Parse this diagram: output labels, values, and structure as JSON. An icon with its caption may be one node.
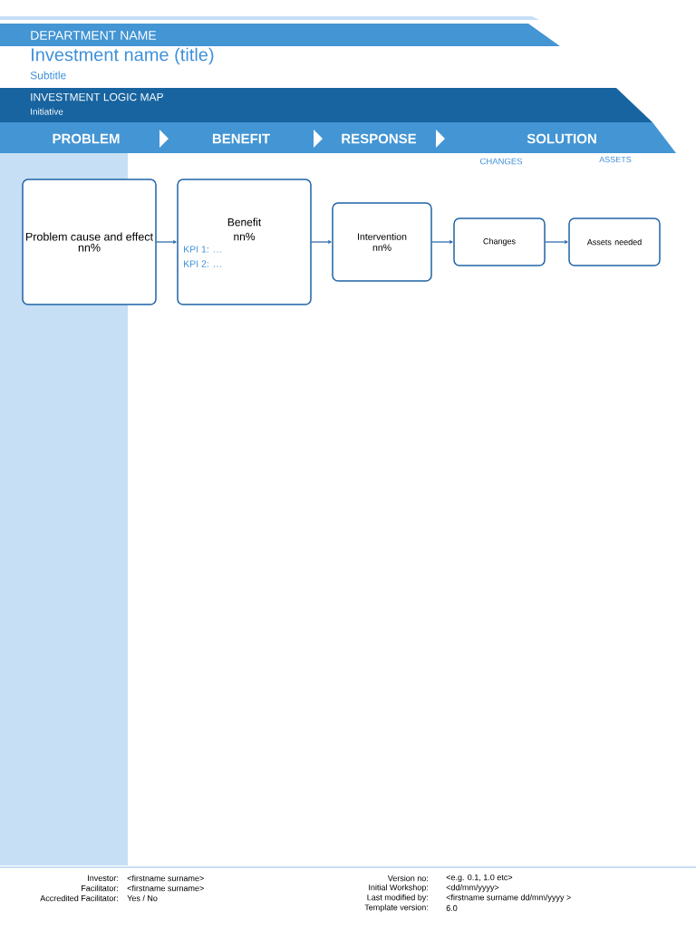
{
  "diagram": {
    "title": "Investment name (title)",
    "nodes": [
      {
        "text": [
          "Problem cause and effect",
          "nn%"
        ]
      },
      {
        "text": [
          "Benefit",
          "nn%",
          "KPI 1: …",
          "KPI 2: …"
        ]
      },
      {
        "text": [
          "Intervention",
          "nn%"
        ]
      },
      {
        "text": [
          "Changes"
        ]
      },
      {
        "text": [
          "Assets needed"
        ]
      }
    ],
    "edges": [
      {
        "from": 0,
        "to": 1,
        "arrow": "to"
      },
      {
        "from": 1,
        "to": 2,
        "arrow": "to"
      },
      {
        "from": 2,
        "to": 3,
        "arrow": "to"
      },
      {
        "from": 3,
        "to": 4,
        "arrow": "to"
      }
    ],
    "labels": [
      "DEPARTMENT NAME",
      "Subtitle",
      "INVESTMENT LOGIC MAP",
      "Initiative",
      "PROBLEM",
      "BENEFIT",
      "RESPONSE",
      "SOLUTION",
      "CHANGES",
      "ASSETS",
      "Investor:",
      "<firstname surname>",
      "Version no:",
      "<e.g. 0.1, 1.0 etc>",
      "Facilitator:",
      "<firstname surname>",
      "Initial Workshop:",
      "<dd/mm/yyyy>",
      "Accredited Facilitator:",
      "Yes / No",
      "Last modified by:",
      "<firstname surname dd/mm/yyyy >",
      "Template version:",
      "6.0"
    ]
  }
}
